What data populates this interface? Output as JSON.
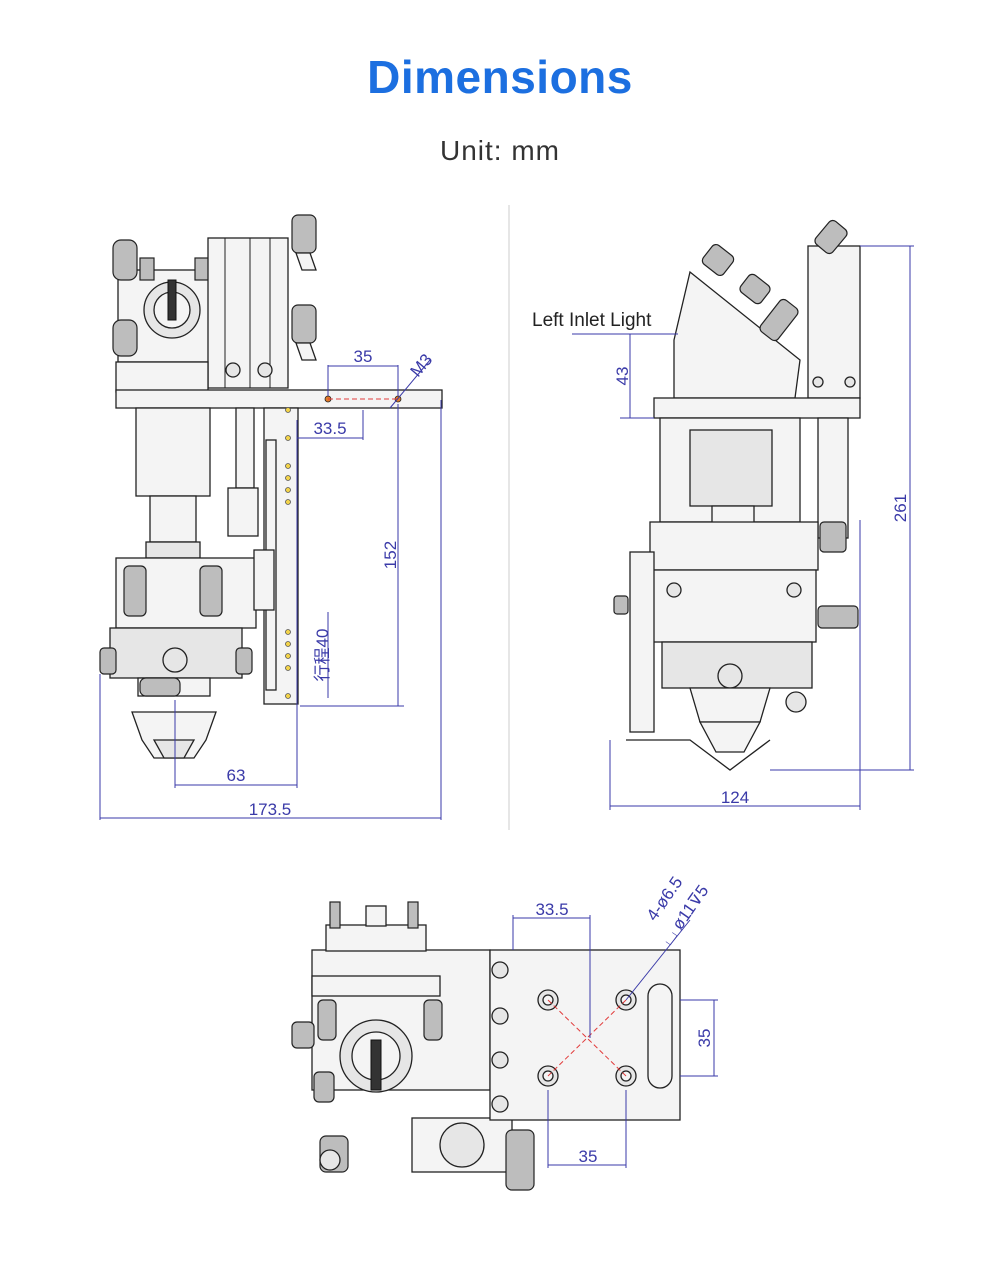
{
  "header": {
    "title": "Dimensions",
    "unit": "Unit: mm"
  },
  "front_view": {
    "dim_total_width": "173.5",
    "dim_nozzle_offset": "63",
    "dim_height": "152",
    "dim_stroke": "行程40",
    "dim_top_hole": "35",
    "dim_offset": "33.5",
    "thread": "M3"
  },
  "side_view": {
    "label_left_inlet": "Left Inlet Light",
    "dim_inlet_height": "43",
    "dim_total_height": "261",
    "dim_width": "124"
  },
  "top_view": {
    "dim_offset": "33.5",
    "dim_hole_spacing_x": "35",
    "dim_hole_spacing_y": "35",
    "hole_spec_line1": "4-ø6.5",
    "hole_spec_line2": "⌴ ø11⊽5"
  },
  "colors": {
    "title": "#1c6fe0",
    "dimension": "#3a3aa8",
    "centerline": "#e23b3b"
  }
}
